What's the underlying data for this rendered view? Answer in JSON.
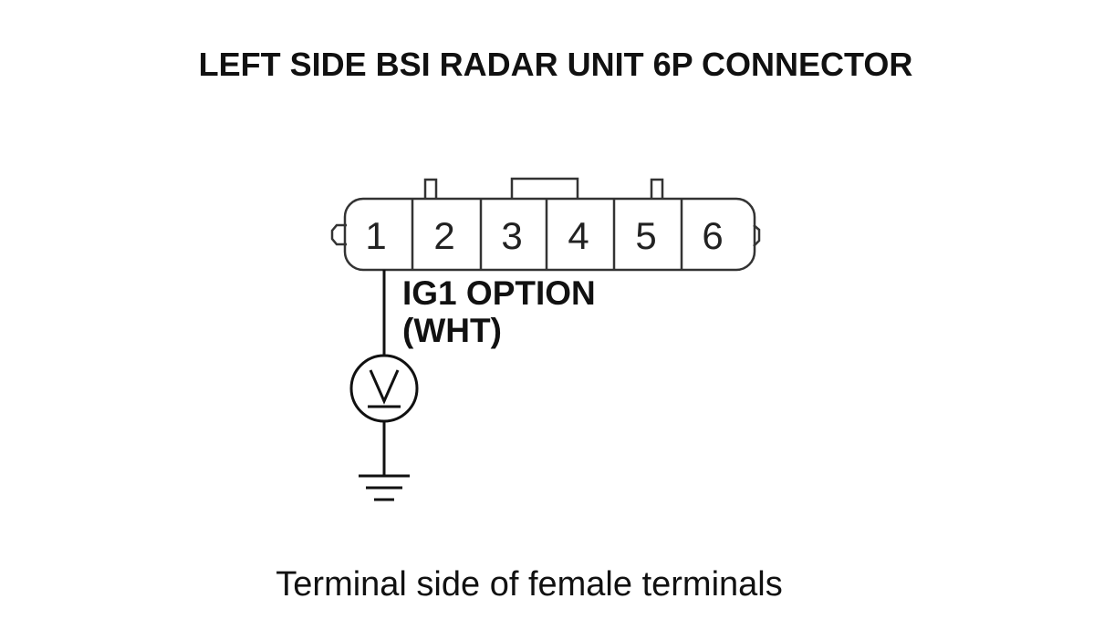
{
  "title": "LEFT SIDE BSI RADAR UNIT 6P CONNECTOR",
  "connector": {
    "pins": [
      "1",
      "2",
      "3",
      "4",
      "5",
      "6"
    ]
  },
  "wire": {
    "signal": "IG1 OPTION",
    "color": "(WHT)"
  },
  "voltmeter_icon": "voltmeter-icon",
  "ground_icon": "ground-icon",
  "caption": "Terminal side of female terminals"
}
